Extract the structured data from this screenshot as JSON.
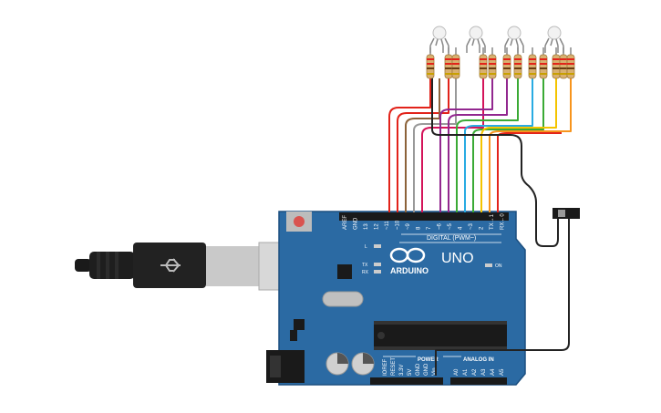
{
  "board": {
    "brand": "ARDUINO",
    "model": "UNO",
    "digital_header_label": "DIGITAL (PWM~)",
    "power_label": "POWER",
    "analog_label": "ANALOG IN",
    "led_labels": {
      "l": "L",
      "tx": "TX",
      "rx": "RX",
      "on": "ON"
    },
    "digital_pins": [
      "AREF",
      "GND",
      "13",
      "12",
      "~11",
      "~10",
      "~9",
      "8",
      "7",
      "~6",
      "~5",
      "4",
      "~3",
      "2",
      "TX→1",
      "RX←0"
    ],
    "power_pins": [
      "IOREF",
      "RESET",
      "3.3V",
      "5V",
      "GND",
      "GND",
      "Vin"
    ],
    "analog_pins": [
      "A0",
      "A1",
      "A2",
      "A3",
      "A4",
      "A5"
    ]
  },
  "components": {
    "rgb_led_count": 4,
    "resistor_count": 12,
    "slide_switch": "slide-switch",
    "usb_cable": "usb-b-cable"
  },
  "colors": {
    "board": "#2b6aa3",
    "wire_red": "#e2231a",
    "wire_orange": "#f7941d",
    "wire_yellow": "#f4c400",
    "wire_green": "#3aaa35",
    "wire_cyan": "#29abe2",
    "wire_purple": "#92278f",
    "wire_magenta": "#d4145a",
    "wire_brown": "#8c6239",
    "wire_gray": "#999999",
    "wire_black": "#222222"
  }
}
